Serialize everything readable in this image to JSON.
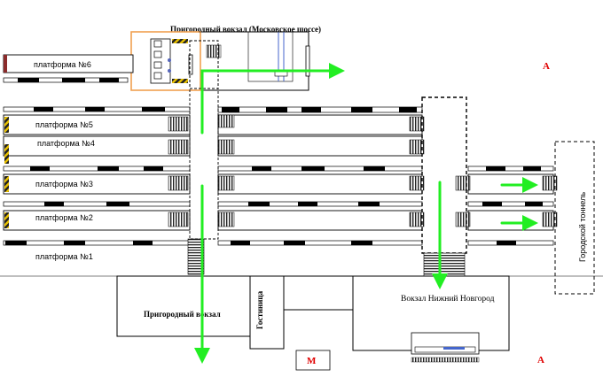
{
  "station": {
    "suburban_hall_title": "Пригородный вокзал (Московское шоссе)",
    "suburban_station": "Пригородный вокзал",
    "main_station": "Вокзал Нижний Новгород",
    "hotel": "Гостиница",
    "city_tunnel": "Городской тоннель"
  },
  "platforms": [
    {
      "id": "6",
      "label": "платформа №6"
    },
    {
      "id": "5",
      "label": "платформа №5"
    },
    {
      "id": "4",
      "label": "платформа №4"
    },
    {
      "id": "3",
      "label": "платформа №3"
    },
    {
      "id": "2",
      "label": "платформа №2"
    },
    {
      "id": "1",
      "label": "платформа №1"
    }
  ],
  "markers": {
    "bus_stop_a": "А",
    "metro": "М"
  },
  "colors": {
    "arrow": "#22ee22",
    "hall_outline": "#f0a050",
    "marker": "#e00000",
    "pillar_blue": "#4466cc",
    "stair_yellow": "#e8c000"
  }
}
